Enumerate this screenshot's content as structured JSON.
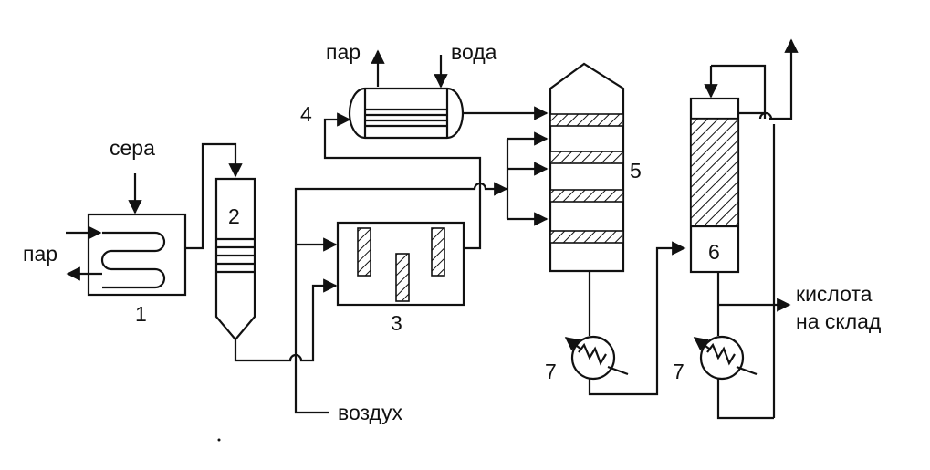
{
  "labels": {
    "sera": "сера",
    "par_left": "пар",
    "par_top": "пар",
    "voda": "вода",
    "vozdukh": "воздух",
    "kislota_line1": "кислота",
    "kislota_line2": "на склад"
  },
  "units": {
    "u1": "1",
    "u2": "2",
    "u3": "3",
    "u4": "4",
    "u5": "5",
    "u6": "6",
    "u7a": "7",
    "u7b": "7"
  }
}
